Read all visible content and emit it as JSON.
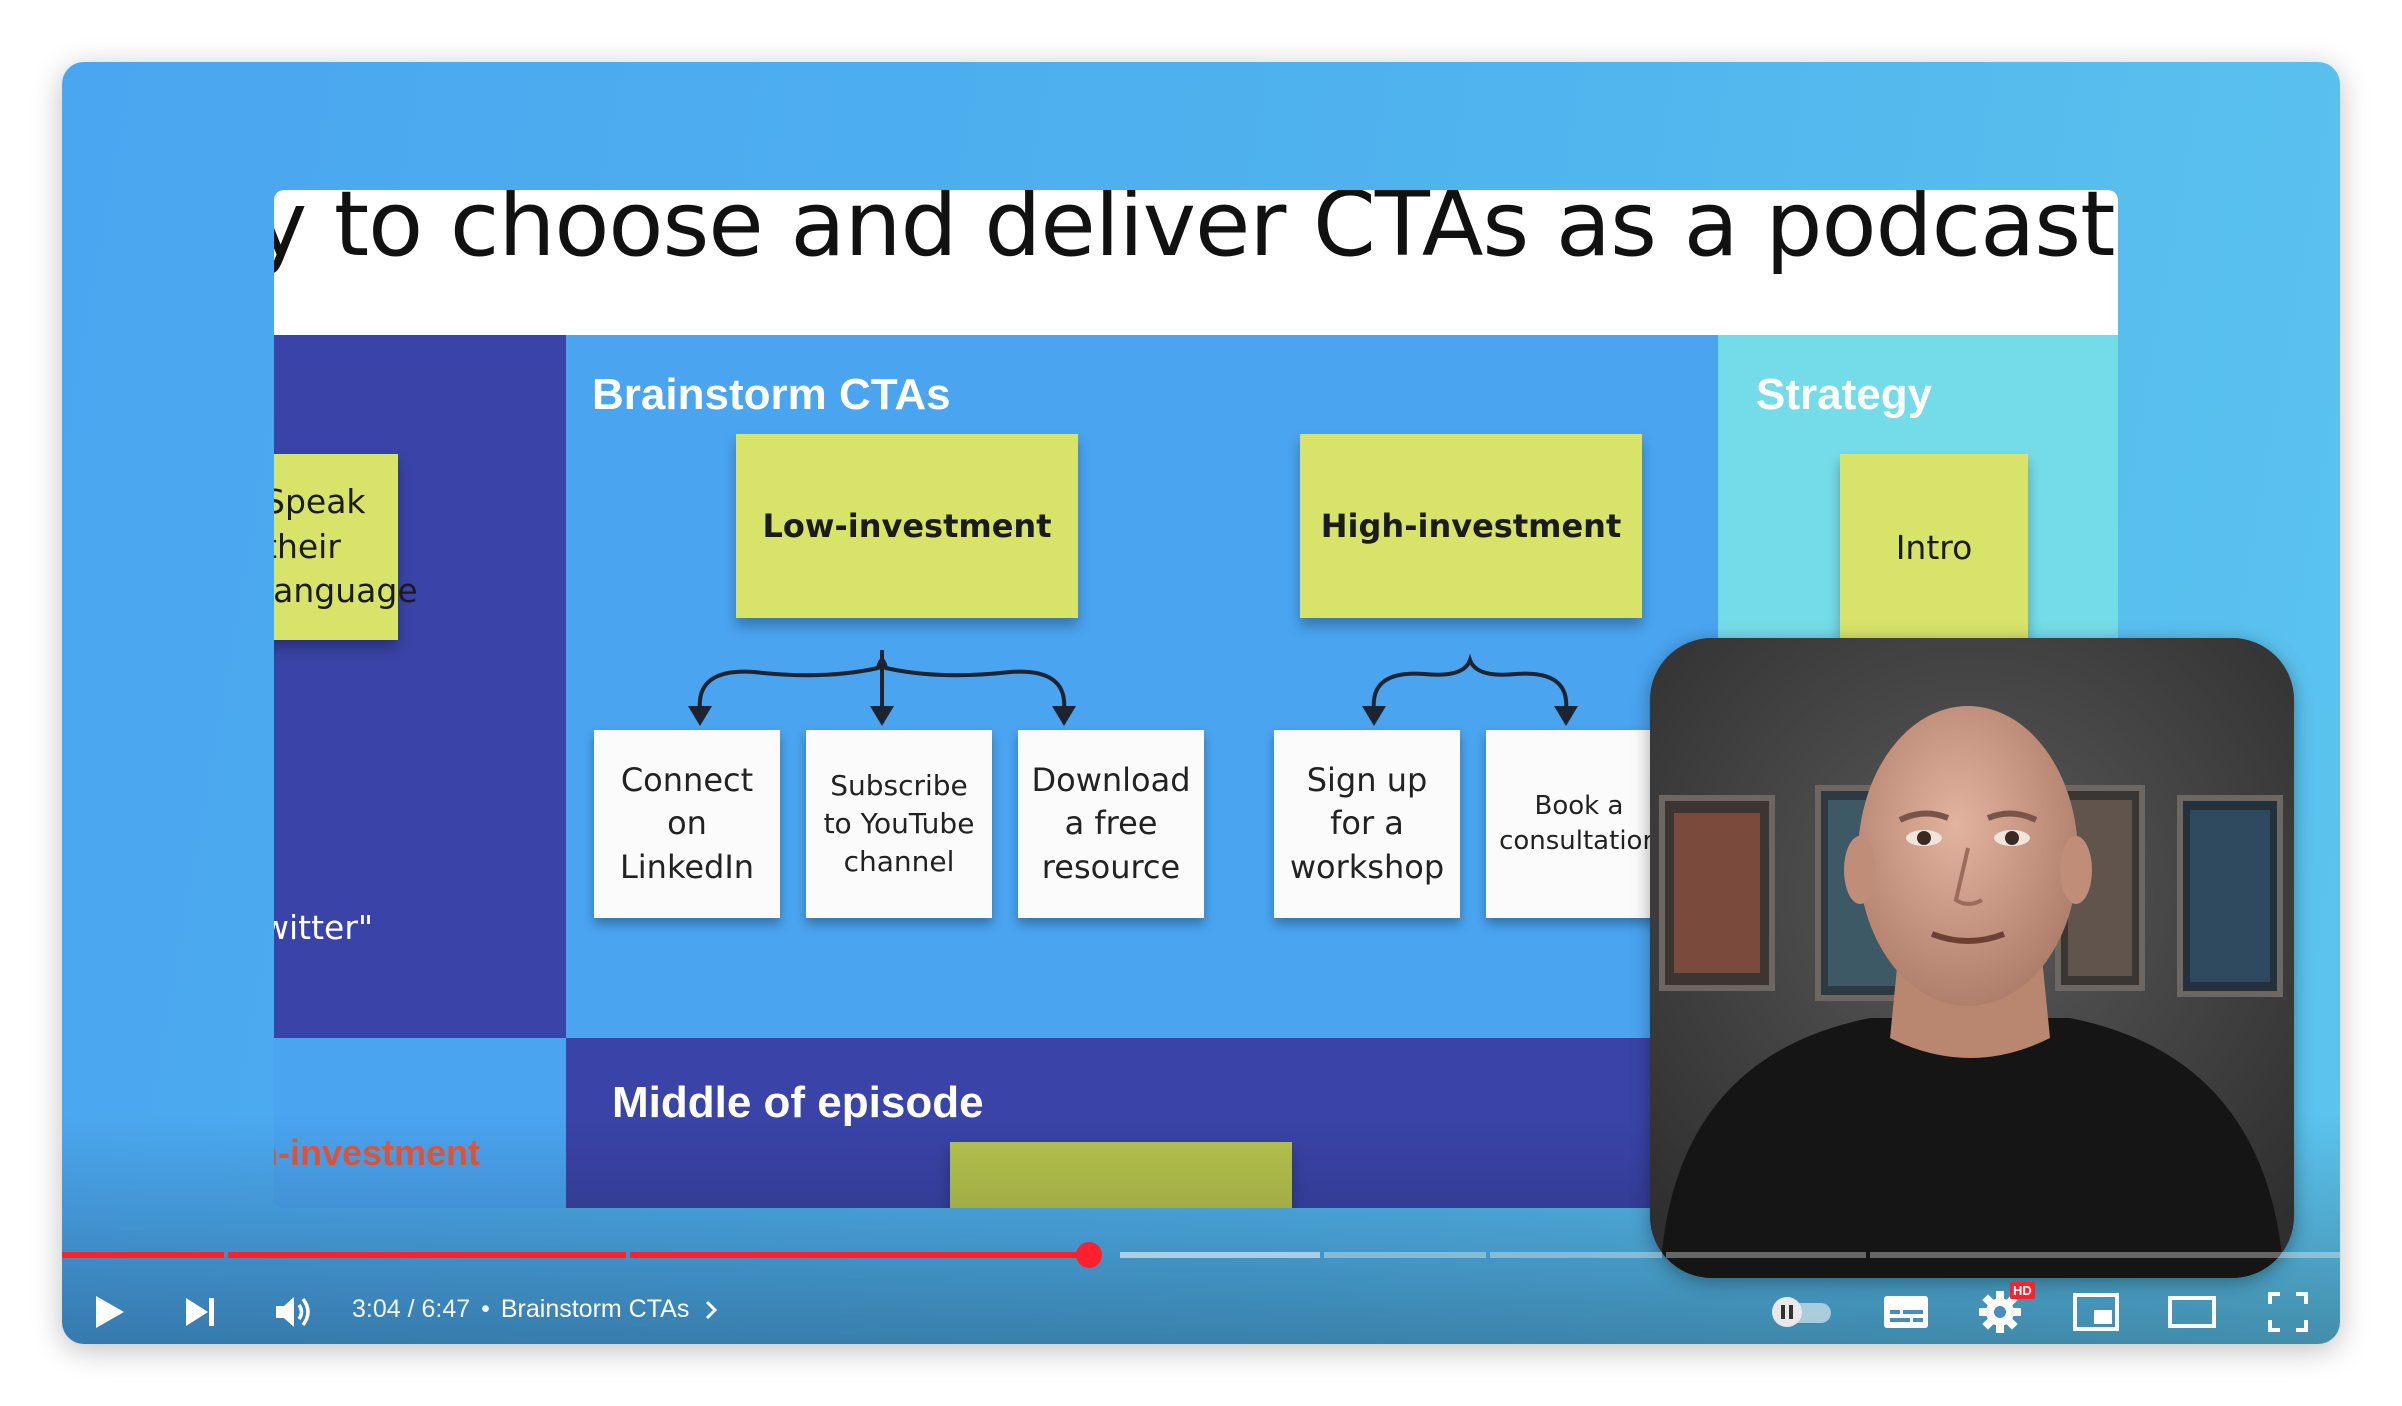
{
  "slide": {
    "title": "y to choose and deliver CTAs as a podcast gues",
    "left_column": {
      "sticky_text": "Speak\ntheir\nlanguage",
      "partial_text": "witter\"",
      "bottom_partial": "n-investment"
    },
    "brainstorm": {
      "heading": "Brainstorm CTAs",
      "low": {
        "label": "Low-investment",
        "items": [
          "Connect\non\nLinkedIn",
          "Subscribe\nto YouTube\nchannel",
          "Download\na free\nresource"
        ]
      },
      "high": {
        "label": "High-investment",
        "items": [
          "Sign up\nfor a\nworkshop",
          "Book a\nconsultation"
        ]
      }
    },
    "strategy": {
      "heading": "Strategy",
      "sticky": "Intro"
    },
    "middle": {
      "heading": "Middle of episode"
    }
  },
  "player": {
    "current_time": "3:04",
    "separator": "/",
    "duration": "6:47",
    "bullet": "•",
    "chapter": "Brainstorm CTAs",
    "progress_fraction": 0.454,
    "hd_badge": "HD",
    "controls": {
      "play_icon": "play-icon",
      "next_icon": "next-icon",
      "volume_icon": "volume-icon",
      "autoplay_icon": "autoplay-toggle-icon",
      "subtitles_icon": "subtitles-icon",
      "settings_icon": "gear-icon",
      "miniplayer_icon": "miniplayer-icon",
      "theater_icon": "theater-mode-icon",
      "fullscreen_icon": "fullscreen-icon"
    },
    "colors": {
      "accent": "#ff1f2d",
      "sticky": "#d8e36a",
      "slide_blue": "#4aa4f0",
      "slide_navy": "#3a44a8",
      "slide_cyan": "#74dce8"
    }
  }
}
